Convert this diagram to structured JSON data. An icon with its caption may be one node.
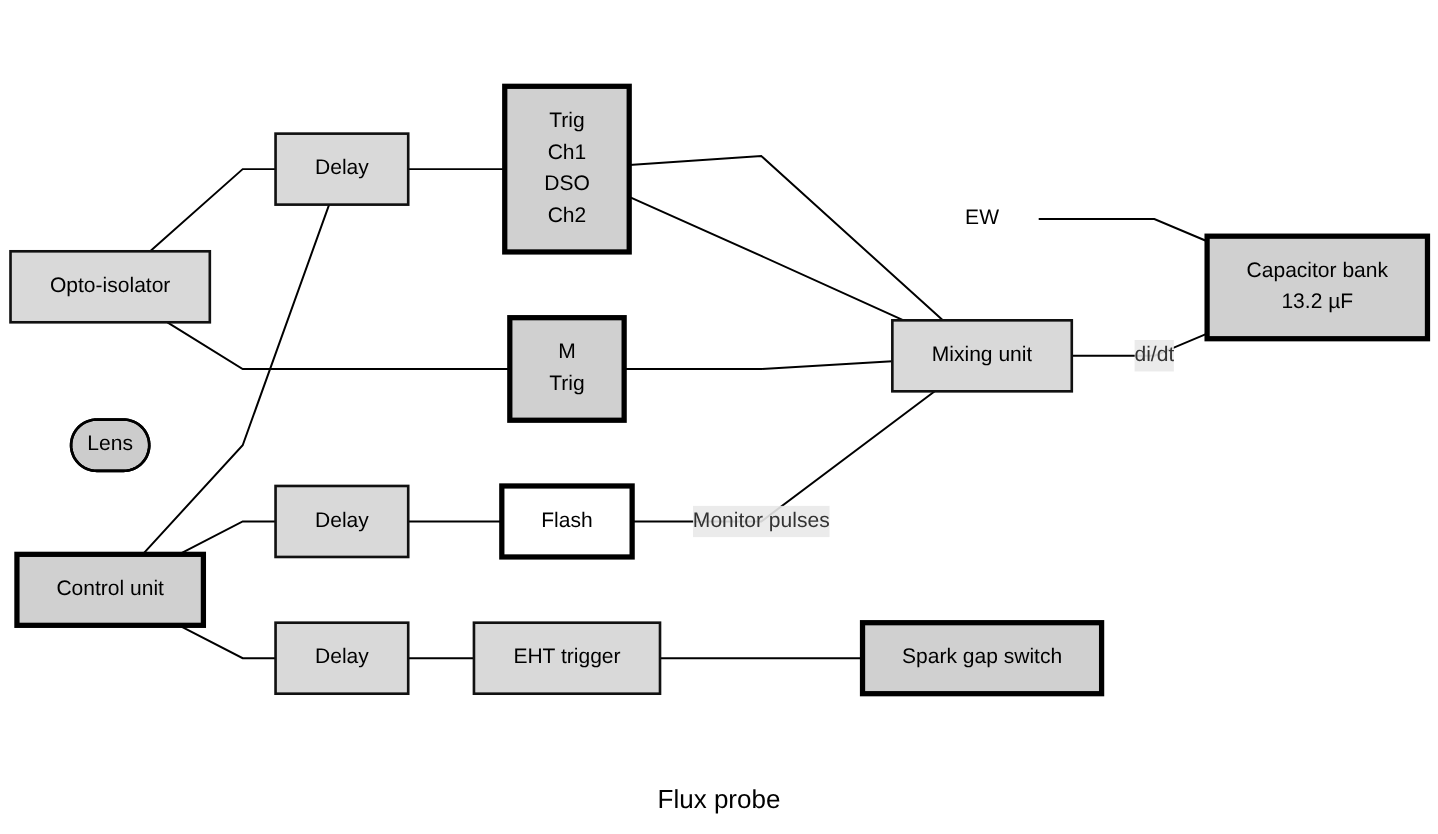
{
  "diagram": {
    "nodes": [
      {
        "text": [
          "Opto-isolator"
        ]
      },
      {
        "text": [
          "M",
          "Trig"
        ]
      },
      {
        "text": [
          "EW"
        ]
      },
      {
        "text": [
          "Lens"
        ]
      },
      {
        "text": [
          "Flash"
        ]
      },
      {
        "text": [
          "Delay"
        ]
      },
      {
        "text": [
          "Trig",
          "Ch1",
          "DSO",
          "Ch2"
        ]
      },
      {
        "text": [
          "Mixing unit"
        ]
      },
      {
        "text": [
          "Delay"
        ]
      },
      {
        "text": [
          "Control unit"
        ]
      },
      {
        "text": [
          "Capacitor bank",
          "13.2 µF"
        ]
      },
      {
        "text": [
          "Spark gap switch"
        ]
      },
      {
        "text": [
          "Delay"
        ]
      },
      {
        "text": [
          "EHT trigger"
        ]
      }
    ],
    "edges": [
      {
        "from": 0,
        "to": 5,
        "arrow": "none"
      },
      {
        "from": 0,
        "to": 1,
        "arrow": "none"
      },
      {
        "from": 5,
        "to": 6,
        "arrow": "none"
      },
      {
        "from": 9,
        "to": 5,
        "arrow": "none"
      },
      {
        "from": 9,
        "to": 8,
        "arrow": "none"
      },
      {
        "from": 8,
        "to": 4,
        "arrow": "none"
      },
      {
        "from": 4,
        "to": 7,
        "label": "Monitor pulses",
        "arrow": "none"
      },
      {
        "from": 1,
        "to": 7,
        "arrow": "none"
      },
      {
        "from": 6,
        "to": 7,
        "arrow": "none"
      },
      {
        "from": 6,
        "to": 7,
        "arrow": "none"
      },
      {
        "from": 7,
        "to": 10,
        "label": "di/dt",
        "arrow": "none"
      },
      {
        "from": 2,
        "to": 10,
        "arrow": "none"
      },
      {
        "from": 9,
        "to": 12,
        "arrow": "none"
      },
      {
        "from": 12,
        "to": 13,
        "arrow": "none"
      },
      {
        "from": 13,
        "to": 11,
        "arrow": "none"
      }
    ],
    "labels": [
      "Flux probe"
    ]
  }
}
